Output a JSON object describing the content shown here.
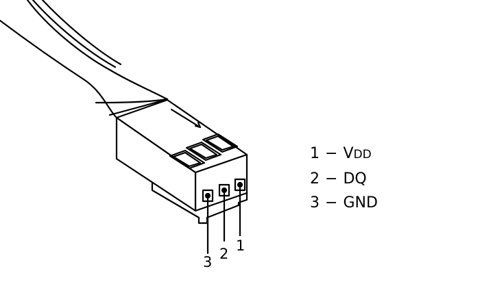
{
  "legend": [
    {
      "pin": "1",
      "dash": "−",
      "name_lead": "V",
      "name_rest": "DD"
    },
    {
      "pin": "2",
      "dash": "−",
      "name_lead": "DQ",
      "name_rest": ""
    },
    {
      "pin": "3",
      "dash": "−",
      "name_lead": "GND",
      "name_rest": ""
    }
  ],
  "pin_labels": [
    "3",
    "2",
    "1"
  ],
  "colors": {
    "stroke": "#000000",
    "background": "#ffffff"
  }
}
